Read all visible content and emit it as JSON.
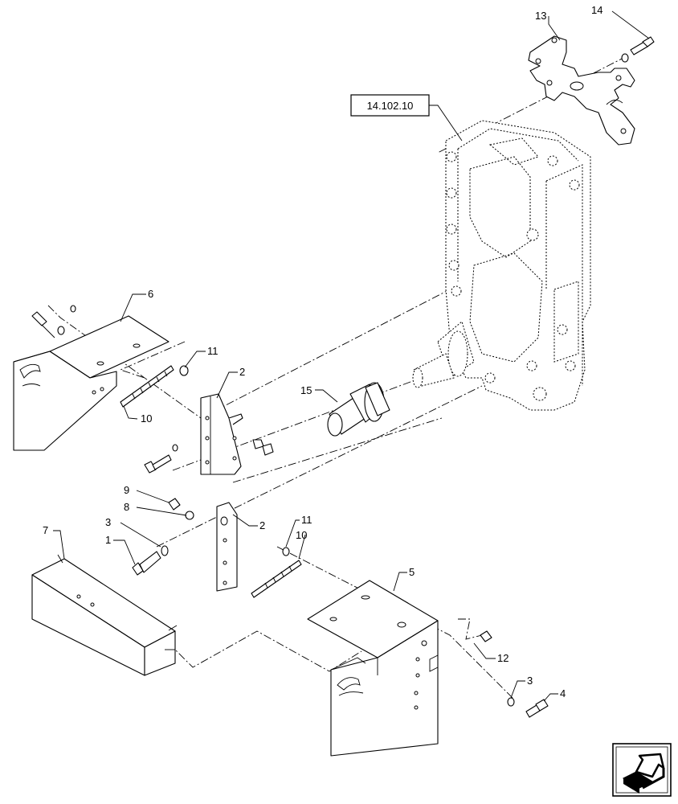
{
  "diagram": {
    "reference_label": "14.102.10",
    "callouts": {
      "c1": "1",
      "c2a": "2",
      "c2b": "2",
      "c3a": "3",
      "c3b": "3",
      "c4": "4",
      "c5": "5",
      "c6": "6",
      "c7": "7",
      "c8": "8",
      "c9": "9",
      "c10a": "10",
      "c10b": "10",
      "c11a": "11",
      "c11b": "11",
      "c12": "12",
      "c13": "13",
      "c14": "14",
      "c15": "15"
    },
    "nav_icon": "next-page-arrow-icon"
  }
}
